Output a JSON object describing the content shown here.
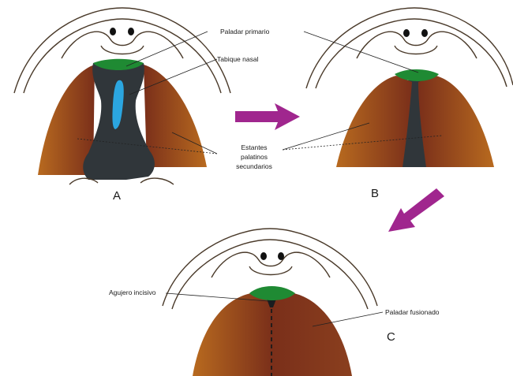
{
  "labels": {
    "primary_palate": "Paladar primario",
    "nasal_septum": "Tabique nasal",
    "shelves_line1": "Estantes",
    "shelves_line2": "palatinos",
    "shelves_line3": "secundarios",
    "incisive_foramen": "Agujero incisivo",
    "fused_palate": "Paladar fusionado"
  },
  "panels": {
    "a": "A",
    "b": "B",
    "c": "C"
  },
  "colors": {
    "shelf_dark": "#7a2f1a",
    "shelf_light": "#b7671e",
    "primary_palate": "#1f8a33",
    "septum": "#30363a",
    "nasal_septum_highlight": "#2ba6e0",
    "arrow": "#a0268e",
    "outline": "#4a3a2a"
  }
}
